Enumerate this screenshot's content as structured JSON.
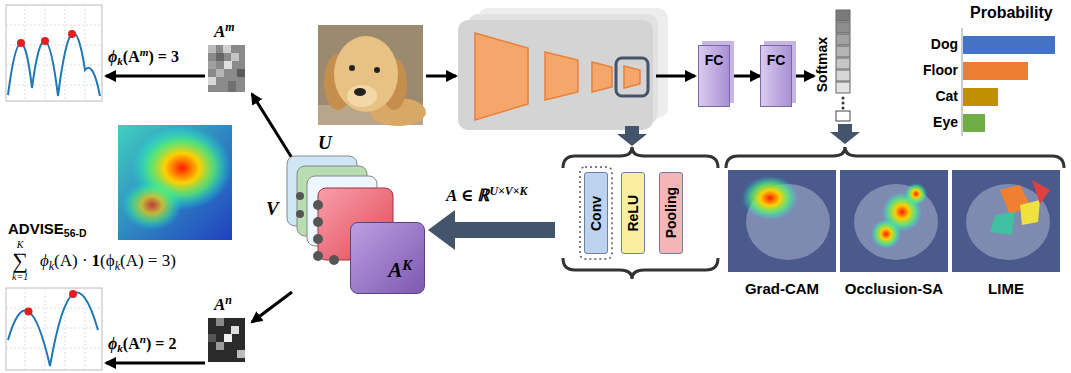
{
  "diagram": {
    "nodes": [
      {
        "text": [
          "FC"
        ]
      },
      {
        "text": [
          "FC"
        ]
      },
      {
        "text": [
          "Softmax"
        ]
      },
      {
        "text": [
          "Conv"
        ]
      },
      {
        "text": [
          "ReLU"
        ]
      },
      {
        "text": [
          "Pooling"
        ]
      },
      {
        "text": [
          "A",
          "K"
        ]
      }
    ],
    "edges": [
      {
        "from": 0,
        "to": 1,
        "arrow": "to"
      },
      {
        "from": 1,
        "to": 2,
        "arrow": "to"
      }
    ],
    "labels": [
      "Probability",
      "Dog",
      "Floor",
      "Cat",
      "Eye",
      "A ∈ ℝ",
      "U×V×K",
      "U",
      "V",
      "A",
      "m",
      "ϕ",
      "k",
      "(A",
      "m",
      ") = 3",
      "A",
      "n",
      "ϕ",
      "k",
      "(A",
      "n",
      ") = 2",
      "ADVISE",
      "56-D",
      "∑",
      "K",
      "k=1",
      "ϕ",
      "k",
      "(A) ·",
      "1",
      "(ϕ",
      "k",
      "(A) = 3)",
      "Grad-CAM",
      "Occlusion-SA",
      "LIME"
    ]
  }
}
